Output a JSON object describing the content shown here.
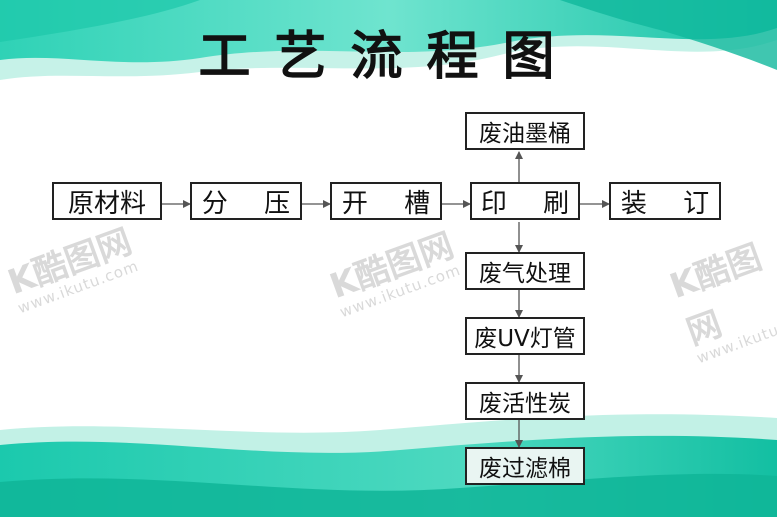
{
  "title": "工艺流程图",
  "main_steps": [
    "原材料",
    "分 压",
    "开 槽",
    "印 刷",
    "装 订"
  ],
  "side_above": "废油墨桶",
  "side_below": [
    "废气处理",
    "废UV灯管",
    "废活性炭",
    "废过滤棉"
  ],
  "watermark": {
    "logo": "K酷图网",
    "url": "www.ikutu.com"
  },
  "colors": {
    "wave_dark": "#14c3a8",
    "wave_mid": "#5fdcc6",
    "wave_light": "#b7f0e3",
    "line": "#555555",
    "box_border": "#222222"
  }
}
